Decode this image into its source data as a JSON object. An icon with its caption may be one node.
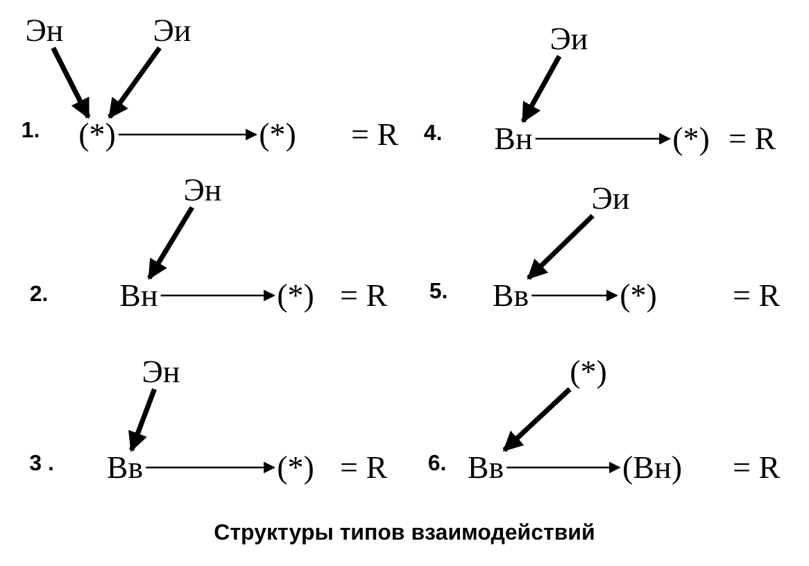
{
  "diagram": {
    "caption": "Структуры типов взаимодействий",
    "nodes": [
      {
        "text": [
          "Эн"
        ]
      },
      {
        "text": [
          "Эи"
        ]
      },
      {
        "text": [
          "(*)"
        ]
      },
      {
        "text": [
          "(*)"
        ],
        "beside": [
          "= R"
        ]
      },
      {
        "text": [
          "Эи"
        ]
      },
      {
        "text": [
          "Вн"
        ]
      },
      {
        "text": [
          "(*)"
        ],
        "beside": [
          "= R"
        ]
      },
      {
        "text": [
          "Эн"
        ]
      },
      {
        "text": [
          "Вн"
        ]
      },
      {
        "text": [
          "(*)"
        ],
        "beside": [
          "= R"
        ]
      },
      {
        "text": [
          "Эи"
        ]
      },
      {
        "text": [
          "Вв"
        ]
      },
      {
        "text": [
          "(*)"
        ],
        "beside": [
          "= R"
        ]
      },
      {
        "text": [
          "Эн"
        ]
      },
      {
        "text": [
          "Вв"
        ]
      },
      {
        "text": [
          "(*)"
        ],
        "beside": [
          "= R"
        ]
      },
      {
        "text": [
          "(*)"
        ]
      },
      {
        "text": [
          "Вв"
        ]
      },
      {
        "text": [
          "(Вн)"
        ],
        "beside": [
          "= R"
        ]
      }
    ],
    "edges": [
      {
        "from": 0,
        "to": 2,
        "arrow": "to"
      },
      {
        "from": 1,
        "to": 2,
        "arrow": "to"
      },
      {
        "from": 2,
        "to": 3,
        "arrow": "to"
      },
      {
        "from": 4,
        "to": 5,
        "arrow": "to"
      },
      {
        "from": 5,
        "to": 6,
        "arrow": "to"
      },
      {
        "from": 7,
        "to": 8,
        "arrow": "to"
      },
      {
        "from": 8,
        "to": 9,
        "arrow": "to"
      },
      {
        "from": 10,
        "to": 11,
        "arrow": "to"
      },
      {
        "from": 11,
        "to": 12,
        "arrow": "to"
      },
      {
        "from": 13,
        "to": 14,
        "arrow": "to"
      },
      {
        "from": 14,
        "to": 15,
        "arrow": "to"
      },
      {
        "from": 16,
        "to": 17,
        "arrow": "to"
      },
      {
        "from": 17,
        "to": 18,
        "arrow": "to"
      }
    ],
    "labels": [
      "1.",
      "4.",
      "2.",
      "5.",
      "3 .",
      "6."
    ]
  }
}
